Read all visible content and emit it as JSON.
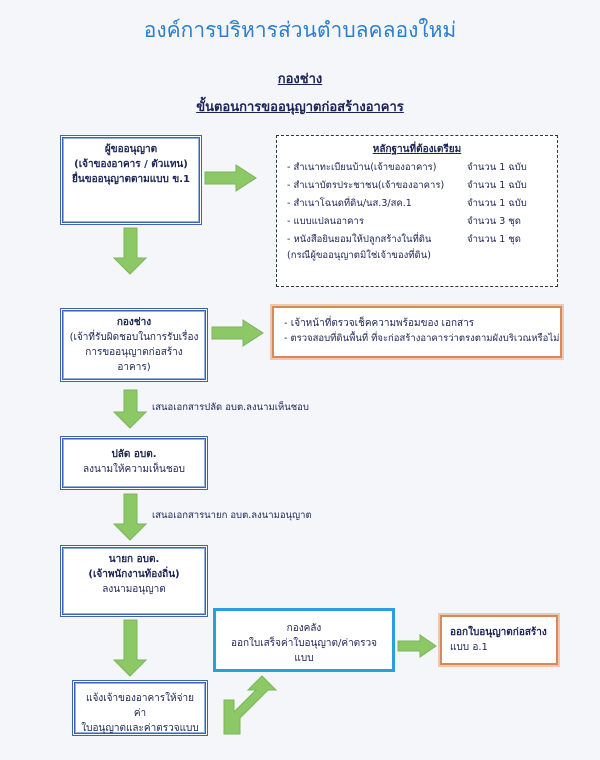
{
  "title": "องค์การบริหารส่วนตำบลคลองใหม่",
  "department": "กองช่าง",
  "procedure_title": "ขั้นตอนการขออนุญาตก่อสร้างอาคาร",
  "steps": {
    "applicant": {
      "line1": "ผู้ขออนุญาต",
      "line2": "(เจ้าของอาคาร / ตัวแทน)",
      "line3": "ยื่นขออนุญาตตามแบบ ข.1"
    },
    "engineering": {
      "line1": "กองช่าง",
      "line2": "(เจ้าที่รับผิดชอบในการรับเรื่อง",
      "line3": "การขออนุญาตก่อสร้างอาคาร)"
    },
    "deputy": {
      "line1": "ปลัด อบต.",
      "line2": "ลงนามให้ความเห็นชอบ"
    },
    "mayor": {
      "line1": "นายก อบต.",
      "line2": "(เจ้าพนักงานท้องถิ่น)",
      "line3": "ลงนามอนุญาต"
    },
    "notify": {
      "line1": "แจ้งเจ้าของอาคารให้จ่ายค่า",
      "line2": "ใบอนุญาตและค่าตรวจแบบ"
    },
    "treasury": {
      "line1": "กองคลัง",
      "line2": "ออกใบเสร็จค่าใบอนุญาต/ค่าตรวจแบบ"
    },
    "permit": {
      "line1": "ออกใบอนุญาตก่อสร้าง",
      "line2": "แบบ อ.1"
    }
  },
  "requirements": {
    "title": "หลักฐานที่ต้องเตรียม",
    "items": [
      {
        "name": "- สำเนาทะเบียนบ้าน(เจ้าของอาคาร)",
        "qty": "จำนวน  1  ฉบับ"
      },
      {
        "name": "- สำเนาบัตรประชาชน(เจ้าของอาคาร)",
        "qty": "จำนวน  1  ฉบับ"
      },
      {
        "name": "- สำเนาโฉนดที่ดิน/นส.3/สค.1",
        "qty": "จำนวน  1  ฉบับ"
      },
      {
        "name": "- แบบแปลนอาคาร",
        "qty": "จำนวน  3  ชุด"
      },
      {
        "name": "- หนังสือยินยอมให้ปลูกสร้างในที่ดิน",
        "qty": "จำนวน  1  ชุด"
      }
    ],
    "note": "(กรณีผู้ขออนุญาตมิใช่เจ้าของที่ดิน)"
  },
  "inspection": {
    "line1": "- เจ้าหน้าที่ตรวจเช็คความพร้อมของ เอกสาร",
    "line2": "- ตรวจสอบที่ดินพื้นที่ ที่จะก่อสร้างอาคารว่าตรงตามผังบริเวณหรือไม่"
  },
  "transitions": {
    "to_deputy": "เสนอเอกสารปลัด อบต.ลงนามเห็นชอบ",
    "to_mayor": "เสนอเอกสารนายก อบต.ลงนามอนุญาต"
  },
  "colors": {
    "arrow_green": "#8cc866",
    "border_blue": "#3e63b4",
    "border_cyan": "#2a9fe0",
    "border_orange": "#d8895a",
    "title_blue": "#2a7fd0"
  }
}
